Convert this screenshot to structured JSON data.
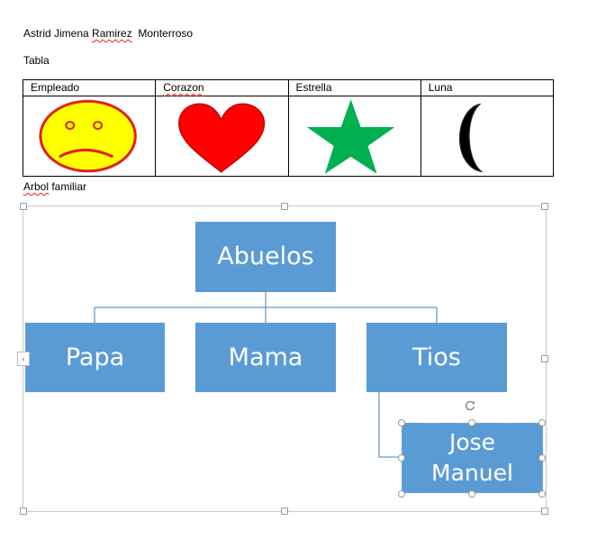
{
  "header": {
    "name_first": "Astrid Jimena ",
    "name_ramirez": "Ramirez",
    "name_last": "  Monterroso",
    "table_title": "Tabla"
  },
  "table": {
    "headers": [
      "Empleado",
      "Corazon",
      "Estrella",
      "Luna"
    ],
    "cells": [
      "sad-face-icon",
      "heart-icon",
      "star-icon",
      "crescent-moon-icon"
    ],
    "colors": {
      "face": "#ffff00",
      "face_border": "#e02020",
      "heart": "#ff0000",
      "star": "#00b050",
      "moon": "#000000"
    }
  },
  "tree": {
    "caption_arbol": "Arbol",
    "caption_rest": " familiar",
    "root": "Abuelos",
    "children": [
      "Papa",
      "Mama",
      "Tios"
    ],
    "grandchild": "Jose Manuel",
    "node_color": "#5b9bd5"
  }
}
